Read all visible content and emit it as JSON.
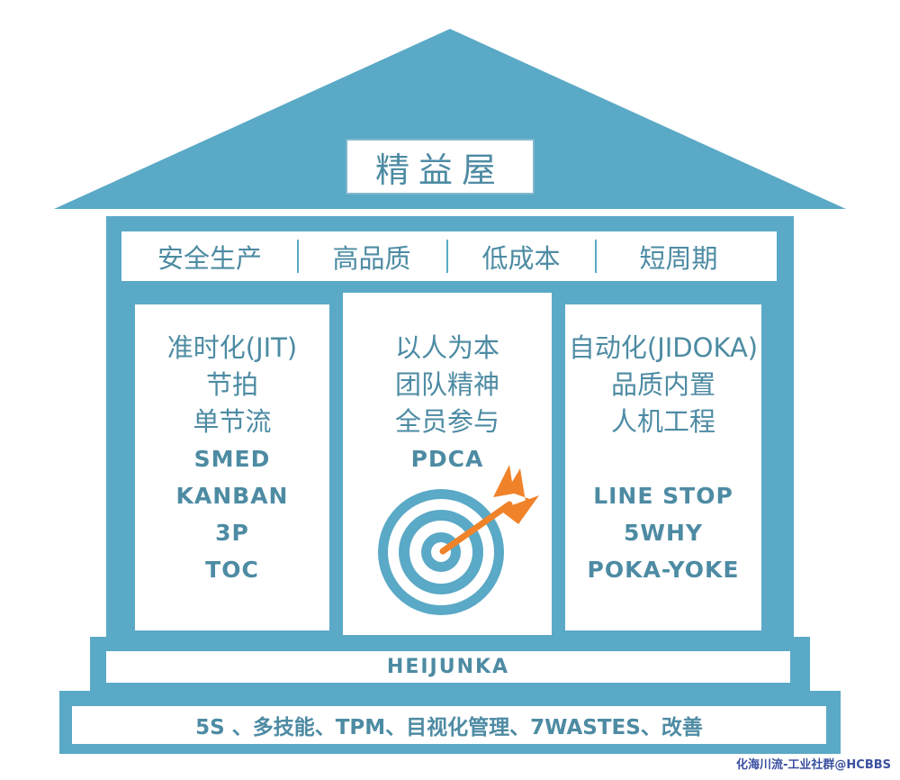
{
  "roof": {
    "title": "精益屋"
  },
  "goals": [
    "安全生产",
    "高品质",
    "低成本",
    "短周期"
  ],
  "pillars": {
    "left": {
      "cn_lines": [
        "准时化(JIT)",
        "节拍",
        "单节流"
      ],
      "latin_lines": [
        "SMED",
        "KANBAN",
        "3P",
        "TOC"
      ]
    },
    "center": {
      "cn_lines": [
        "以人为本",
        "团队精神",
        "全员参与"
      ],
      "latin_lines": [
        "PDCA"
      ]
    },
    "right": {
      "cn_lines": [
        "自动化(JIDOKA)",
        "品质内置",
        "人机工程"
      ],
      "latin_lines": [
        "LINE STOP",
        "5WHY",
        "POKA-YOKE"
      ]
    }
  },
  "foundation": {
    "upper": "HEIJUNKA",
    "lower": "5S 、多技能、TPM、目视化管理、7WASTES、改善"
  },
  "watermark": "化海川流-工业社群@HCBBS",
  "colors": {
    "teal": "#5aa9c6",
    "text": "#4d8ba3",
    "arrow": "#f0832a",
    "white": "#ffffff"
  }
}
